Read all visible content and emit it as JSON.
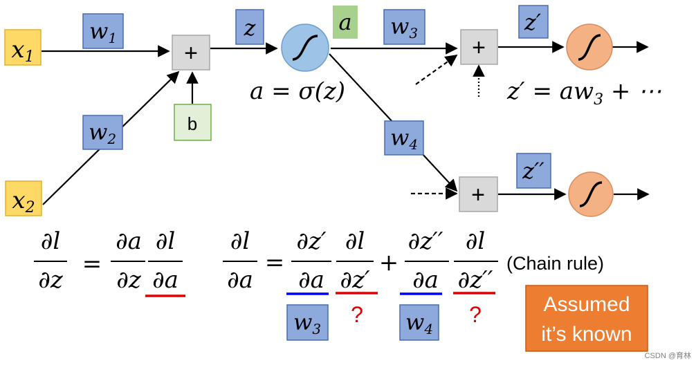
{
  "colors": {
    "input_fill": "#ffd966",
    "input_stroke": "#e0b030",
    "weight_fill": "#8ea9db",
    "weight_stroke": "#4a6aad",
    "add_fill": "#d9d9d9",
    "add_stroke": "#a6a6a6",
    "sig_blue": "#9dc3e6",
    "sig_orange": "#f4b183",
    "activation_fill": "#a9d18e",
    "bias_fill": "#e2f0d9",
    "bias_stroke": "#70ad47",
    "badge_fill": "#ed7d31",
    "underline_blue": "#0000ff",
    "underline_red": "#e00000",
    "question_red": "#e00000"
  },
  "diagram": {
    "inputs": [
      "x",
      "x"
    ],
    "input_subscripts": [
      "1",
      "2"
    ],
    "weights": [
      "w",
      "w",
      "w",
      "w"
    ],
    "weight_subscripts": [
      "1",
      "2",
      "3",
      "4"
    ],
    "bias": "b",
    "z_label": "z",
    "a_label": "a",
    "zp_label": "z′",
    "zpp_label": "z′′",
    "plus": "+",
    "activation_formula": "a = σ(z)",
    "next_formula": "z′ = aw",
    "next_formula_sub": "3",
    "next_formula_tail": " + ⋯"
  },
  "equations": {
    "eq1_lhs_num": "∂l",
    "eq1_lhs_den": "∂z",
    "equals": "=",
    "eq1_f1_num": "∂a",
    "eq1_f1_den": "∂z",
    "eq1_f2_num": "∂l",
    "eq1_f2_den": "∂a",
    "eq2_lhs_num": "∂l",
    "eq2_lhs_den": "∂a",
    "eq2_f1_num": "∂z′",
    "eq2_f1_den": "∂a",
    "eq2_f2_num": "∂l",
    "eq2_f2_den": "∂z′",
    "plus": "+",
    "eq2_f3_num": "∂z′′",
    "eq2_f3_den": "∂a",
    "eq2_f4_num": "∂l",
    "eq2_f4_den": "∂z′′",
    "chain_rule": "(Chain rule)",
    "w3_box": "w",
    "w3_sub": "3",
    "w4_box": "w",
    "w4_sub": "4",
    "question": "?"
  },
  "badge": {
    "line1": "Assumed",
    "line2": "it’s known"
  },
  "watermark": "CSDN @育林"
}
